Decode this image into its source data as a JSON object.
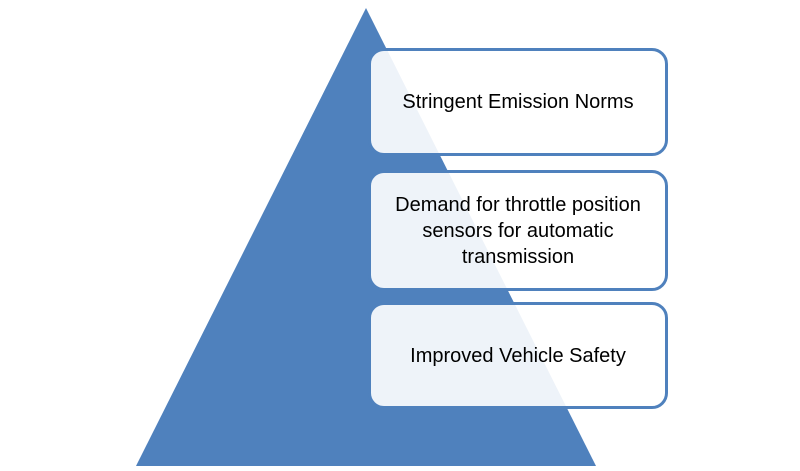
{
  "colors": {
    "pyramid_fill": "#4f81bd",
    "box_border": "#4f81bd",
    "box_fill": "#ffffff",
    "text": "#000000"
  },
  "items": [
    {
      "label": "Stringent Emission Norms"
    },
    {
      "label": "Demand for throttle position sensors for automatic transmission"
    },
    {
      "label": "Improved Vehicle Safety"
    }
  ]
}
